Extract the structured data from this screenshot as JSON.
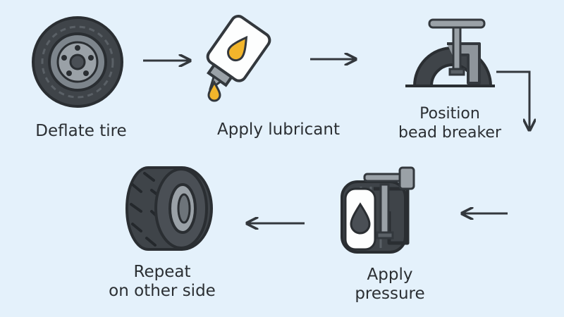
{
  "steps": [
    {
      "label": "Deflate tire",
      "icon": "tire-icon"
    },
    {
      "label": "Apply lubricant",
      "icon": "lubricant-bottle-icon"
    },
    {
      "label": "Position\nbead breaker",
      "icon": "bead-breaker-icon"
    },
    {
      "label": "Apply\npressure",
      "icon": "press-icon"
    },
    {
      "label": "Repeat\non other side",
      "icon": "tire-side-icon"
    }
  ],
  "colors": {
    "background": "#e4f1fb",
    "outline": "#33383d",
    "rubber": "#4a4f55",
    "metal": "#8e959b",
    "lubricant": "#f2b52b",
    "bottle": "#fdfefe"
  }
}
